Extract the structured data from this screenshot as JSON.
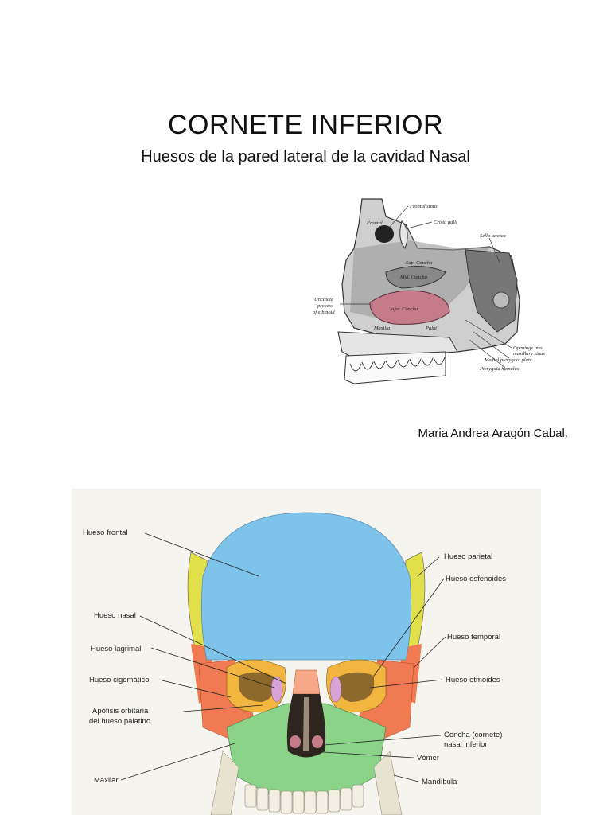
{
  "slide": {
    "title": "CORNETE INFERIOR",
    "subtitle": "Huesos de la pared lateral de la cavidad Nasal",
    "author": "Maria Andrea Aragón Cabal."
  },
  "nasal_figure": {
    "labels": {
      "frontal_sinus": "Frontal sinus",
      "frontal": "Frontal",
      "crista_galli": "Crista galli",
      "sella_turcica": "Sella turcica",
      "sup_concha": "Sup. Concha",
      "mid_concha": "Mid. Concha",
      "infer_concha": "Infer. Concha",
      "uncinate": [
        "Uncinate",
        "process",
        "of ethmoid"
      ],
      "maxilla": "Maxilla",
      "palat": "Palat",
      "openings": [
        "Openings into",
        "maxillary sinus"
      ],
      "medial_pterygoid": "Medial pterygoid plate",
      "pterygoid_hamulus": "Pterygoid hamulus"
    }
  },
  "skull_figure": {
    "labels": {
      "hueso_frontal": "Hueso frontal",
      "hueso_nasal": "Hueso nasal",
      "hueso_lagrimal": "Hueso lagrimal",
      "hueso_cigomatico": "Hueso cigomático",
      "apofisis": [
        "Apófisis orbitaria",
        "del hueso palatino"
      ],
      "maxilar": "Maxilar",
      "hueso_parietal": "Hueso parietal",
      "hueso_esfenoides": "Hueso esfenoides",
      "hueso_temporal": "Hueso temporal",
      "hueso_etmoides": "Hueso etmoides",
      "concha": [
        "Concha (cornete)",
        "nasal inferior"
      ],
      "vomer": "Vómer",
      "mandibula": "Mandíbula"
    },
    "colors": {
      "frontal": "#7ec3ea",
      "parietal": "#e2e04a",
      "temporal": "#f07a52",
      "zygomatic": "#f07a52",
      "maxilla": "#8cd38a",
      "sphenoid": "#f2b540",
      "ethmoid": "#f2b540",
      "lacrimal": "#d8a4d8",
      "nasal": "#f6a889",
      "teeth": "#f3efe2"
    }
  }
}
